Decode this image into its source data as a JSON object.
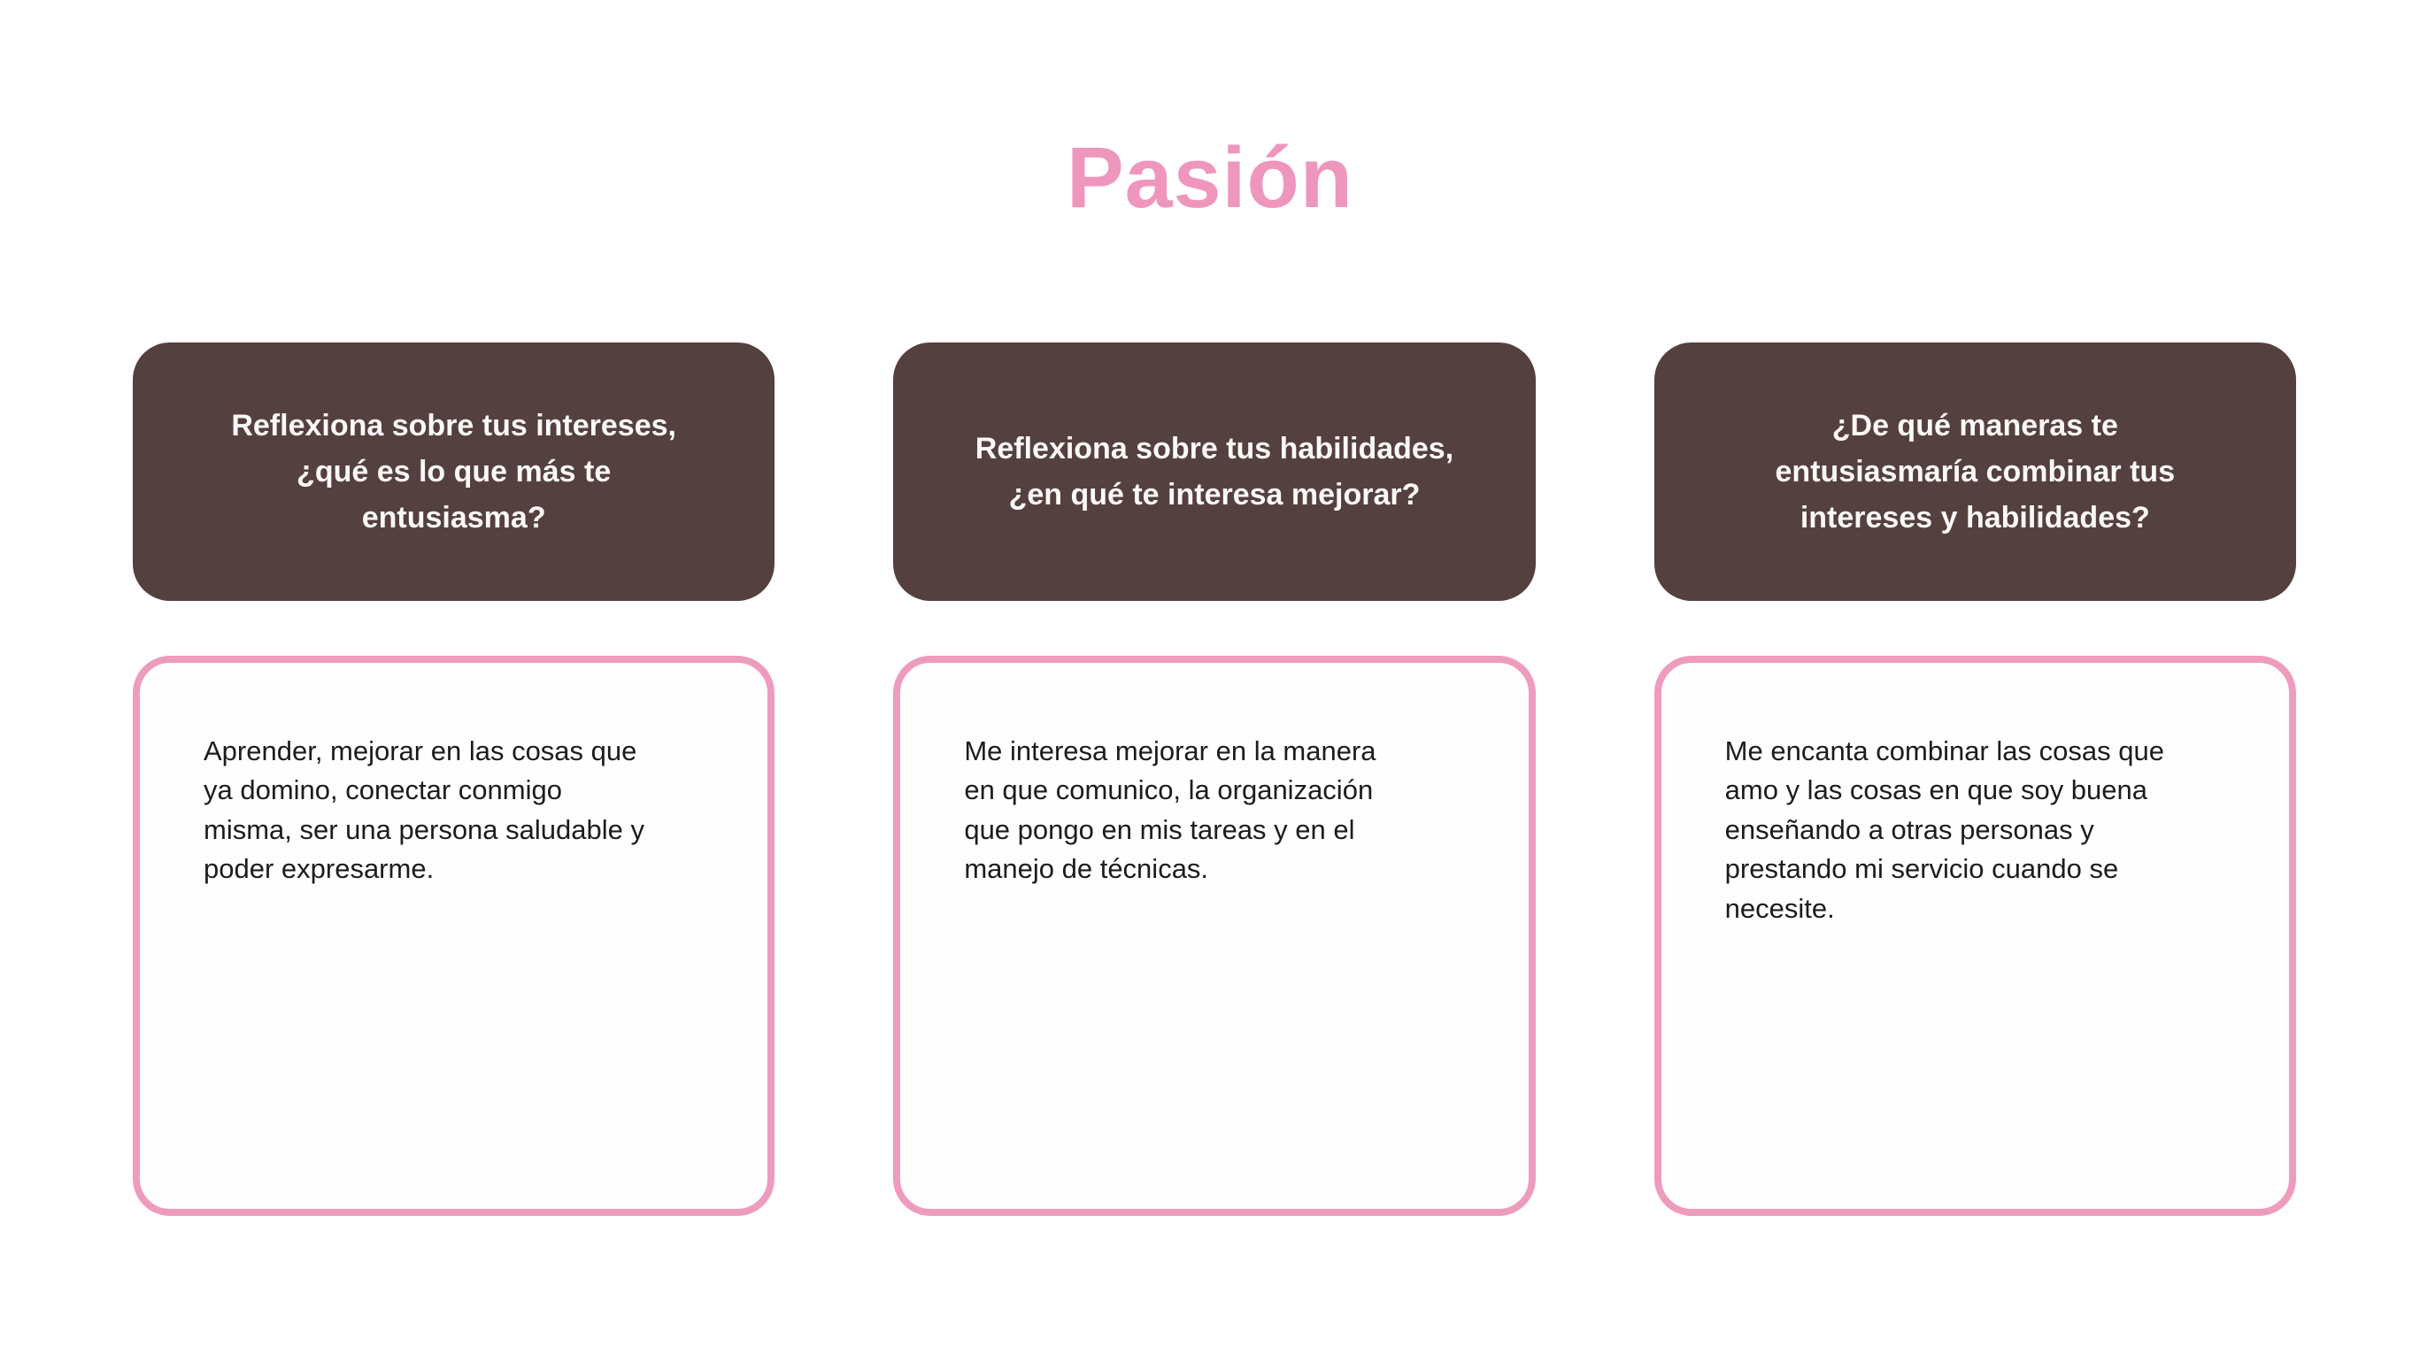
{
  "page": {
    "title": "Pasión"
  },
  "theme": {
    "title_pink": "#ef96bc",
    "card_border_pink": "#ee9cbd",
    "question_card_brown": "#54403e",
    "question_text_color": "#fbf9f8",
    "answer_text_color": "#1d1b1b",
    "background": "#ffffff"
  },
  "columns": [
    {
      "question": [
        "Reflexiona sobre tus intereses,",
        "¿qué es lo que más te",
        "entusiasma?"
      ],
      "answer": [
        "Aprender, mejorar en las cosas que",
        "ya domino, conectar conmigo",
        "misma, ser una persona saludable y",
        "poder expresarme."
      ]
    },
    {
      "question": [
        "Reflexiona sobre tus habilidades,",
        "¿en qué te interesa mejorar?"
      ],
      "answer": [
        "Me interesa mejorar en la manera",
        "en que comunico, la organización",
        "que pongo en mis tareas y en el",
        "manejo de técnicas."
      ]
    },
    {
      "question": [
        "¿De qué maneras te",
        "entusiasmaría combinar tus",
        "intereses y habilidades?"
      ],
      "answer": [
        "Me encanta combinar las cosas que",
        "amo y las cosas en que soy buena",
        "enseñando a otras personas y",
        "prestando mi servicio cuando se",
        "necesite."
      ]
    }
  ]
}
